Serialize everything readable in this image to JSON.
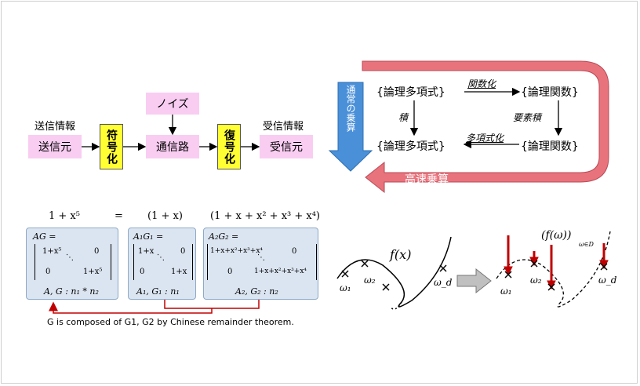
{
  "flow": {
    "sender_label": "送信情報",
    "sender": "送信元",
    "encoder": "符号化",
    "noise": "ノイズ",
    "channel": "通信路",
    "decoder": "復号化",
    "receiver_label": "受信情報",
    "receiver": "受信元"
  },
  "fast_mult": {
    "normal_mult": "通常の乗算",
    "poly_top": "{論理多項式}",
    "poly_bottom": "{論理多項式}",
    "func_top": "{論理関数}",
    "func_bottom": "{論理関数}",
    "to_function": "関数化",
    "to_polynomial": "多項式化",
    "product": "積",
    "elementwise_product": "要素積",
    "fast_mult": "高速乗算"
  },
  "crt": {
    "eq_left": "1 + x⁵",
    "eq_sign": "=",
    "eq_mid": "(1 + x)",
    "eq_right": "(1 + x + x² + x³ + x⁴)",
    "panel1_head": "AG =",
    "panel1_m11": "1+x⁵",
    "panel1_m12": "0",
    "panel1_m21": "0",
    "panel1_m22": "1+x⁵",
    "panel1_foot": "A, G : n₁ * n₂",
    "panel2_head": "A₁G₁ =",
    "panel2_m11": "1+x",
    "panel2_m12": "0",
    "panel2_m21": "0",
    "panel2_m22": "1+x",
    "panel2_foot": "A₁, G₁ : n₁",
    "panel3_head": "A₂G₂ =",
    "panel3_m11": "1+x+x²+x³+x⁴",
    "panel3_m12": "0",
    "panel3_m21": "0",
    "panel3_m22": "1+x+x²+x³+x⁴",
    "panel3_foot": "A₂, G₂ : n₂",
    "caption": "G is composed of G1, G2 by Chinese remainder theorem."
  },
  "eval": {
    "fx": "f(x)",
    "w1": "ω₁",
    "w2": "ω₂",
    "wd": "ω_d",
    "fw": "(f(ω))",
    "fw_sub": "ω∈D",
    "w1b": "ω₁",
    "w2b": "ω₂",
    "wdb": "ω_d"
  },
  "colors": {
    "pink_box": "#f9cdf2",
    "yellow_box": "#ffff33",
    "blue_arrow": "#4a90d9",
    "red_arrow": "#e9737d",
    "panel": "#dbe5f1",
    "dark_red": "#c00000"
  }
}
